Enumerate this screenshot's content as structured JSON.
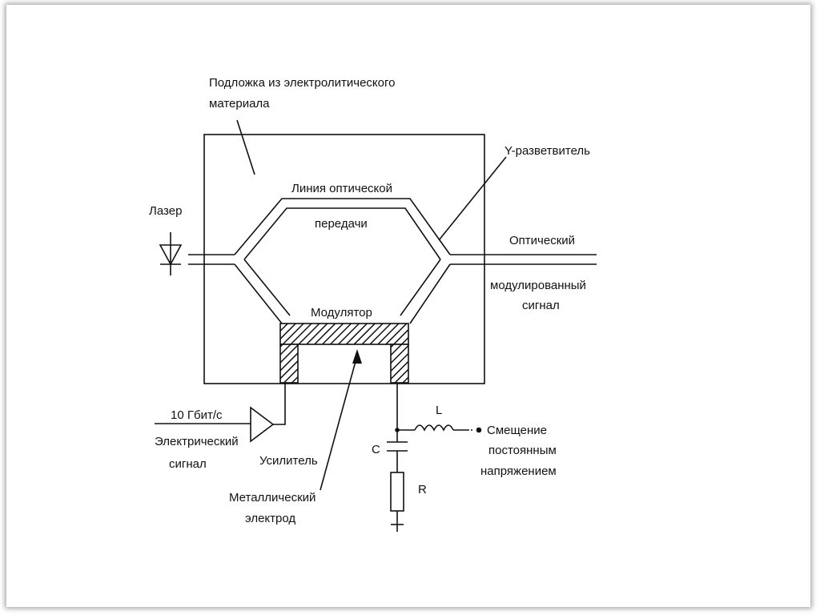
{
  "labels": {
    "substrate_line1": "Подложка из электролитического",
    "substrate_line2": "материала",
    "splitter": "Y-разветвитель",
    "line_line1": "Линия оптической",
    "line_line2": "передачи",
    "laser": "Лазер",
    "optical_out_line1": "Оптический",
    "optical_out_line2": "модулированный",
    "optical_out_line3": "сигнал",
    "modulator": "Модулятор",
    "rate": "10 Гбит/с",
    "electric_line1": "Электрический",
    "electric_line2": "сигнал",
    "amplifier": "Усилитель",
    "inductor": "L",
    "capacitor": "C",
    "resistor": "R",
    "bias_line1": "Смещение",
    "bias_line2": "постоянным",
    "bias_line3": "напряжением",
    "electrode_line1": "Металлический",
    "electrode_line2": "электрод"
  }
}
